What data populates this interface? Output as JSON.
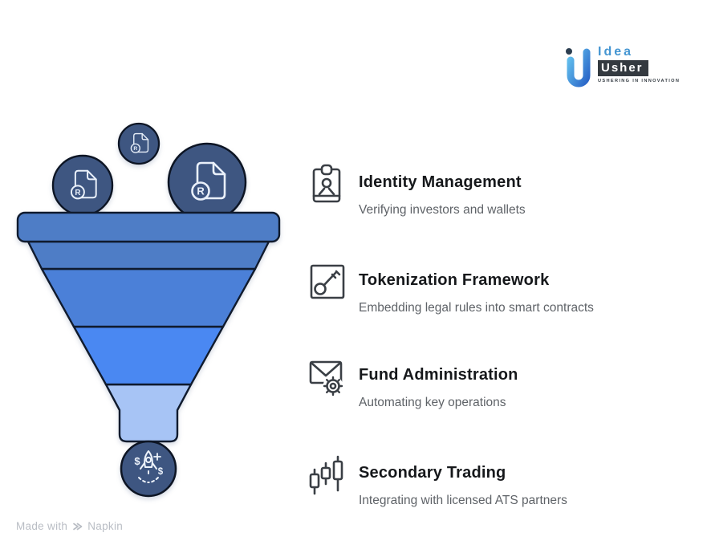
{
  "page": {
    "background": "#ffffff"
  },
  "logo": {
    "icon": "idea-usher-u-icon",
    "brand_top": "Idea",
    "brand_bottom": "Usher",
    "tagline": "USHERING IN INNOVATION",
    "colors": {
      "blue": "#4596d2",
      "glyph_light": "#63c1ee",
      "glyph_dark": "#2a66c8",
      "box_dark": "#343a40"
    }
  },
  "funnel": {
    "registered_symbol": "R",
    "dollar": "$",
    "outline_color": "#101b2e",
    "bubble_color": "#3e5681",
    "stage_colors": [
      "#4e7dc6",
      "#4b80d8",
      "#4a88f2",
      "#a7c4f5"
    ],
    "bubbles": [
      {
        "icon": "registered-document-icon",
        "size": "small"
      },
      {
        "icon": "registered-document-icon",
        "size": "medium"
      },
      {
        "icon": "registered-document-icon",
        "size": "large"
      }
    ],
    "outlet": {
      "icon": "rocket-launch-dollars-icon"
    }
  },
  "items": [
    {
      "icon": "id-badge-icon",
      "title": "Identity Management",
      "subtitle": "Verifying investors and wallets"
    },
    {
      "icon": "key-icon",
      "title": "Tokenization Framework",
      "subtitle": "Embedding legal rules into smart contracts"
    },
    {
      "icon": "mail-gear-icon",
      "title": "Fund Administration",
      "subtitle": "Automating key operations"
    },
    {
      "icon": "candlestick-chart-icon",
      "title": "Secondary Trading",
      "subtitle": "Integrating with licensed ATS partners"
    }
  ],
  "footer": {
    "made_with": "Made with",
    "brand": "Napkin",
    "icon": "napkin-logo-icon"
  }
}
